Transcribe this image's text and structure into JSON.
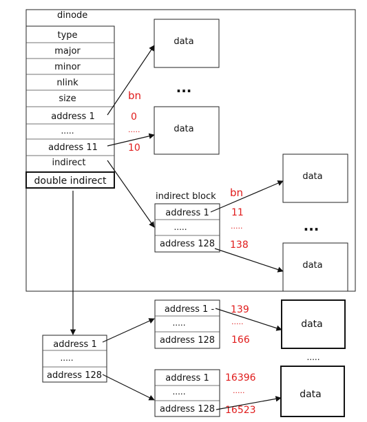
{
  "diagram": {
    "dinode": {
      "title": "dinode",
      "fields": [
        "type",
        "major",
        "minor",
        "nlink",
        "size",
        "address 1",
        ".....",
        "address 11",
        "indirect"
      ],
      "double_indirect": "double indirect"
    },
    "data_label": "data",
    "ellipsis_large": "...",
    "ellipsis_small": ".....",
    "direct_bn": {
      "header": "bn",
      "first": "0",
      "dots": ".....",
      "last": "10"
    },
    "indirect_block": {
      "title": "indirect block",
      "rows": [
        "address 1",
        ".....",
        "address 128"
      ],
      "bn": {
        "header": "bn",
        "first": "11",
        "dots": ".....",
        "last": "138"
      }
    },
    "double_top": {
      "rows": [
        "address 1",
        ".....",
        "address 128"
      ]
    },
    "double_child1": {
      "rows": [
        "address 1 -",
        ".....",
        "address 128"
      ],
      "bn": {
        "first": "139",
        "dots": ".....",
        "last": "166"
      }
    },
    "double_child2": {
      "rows": [
        "address 1",
        ".....",
        "address 128"
      ],
      "bn": {
        "first": "16396",
        "dots": ".....",
        "last": "16523"
      }
    }
  }
}
